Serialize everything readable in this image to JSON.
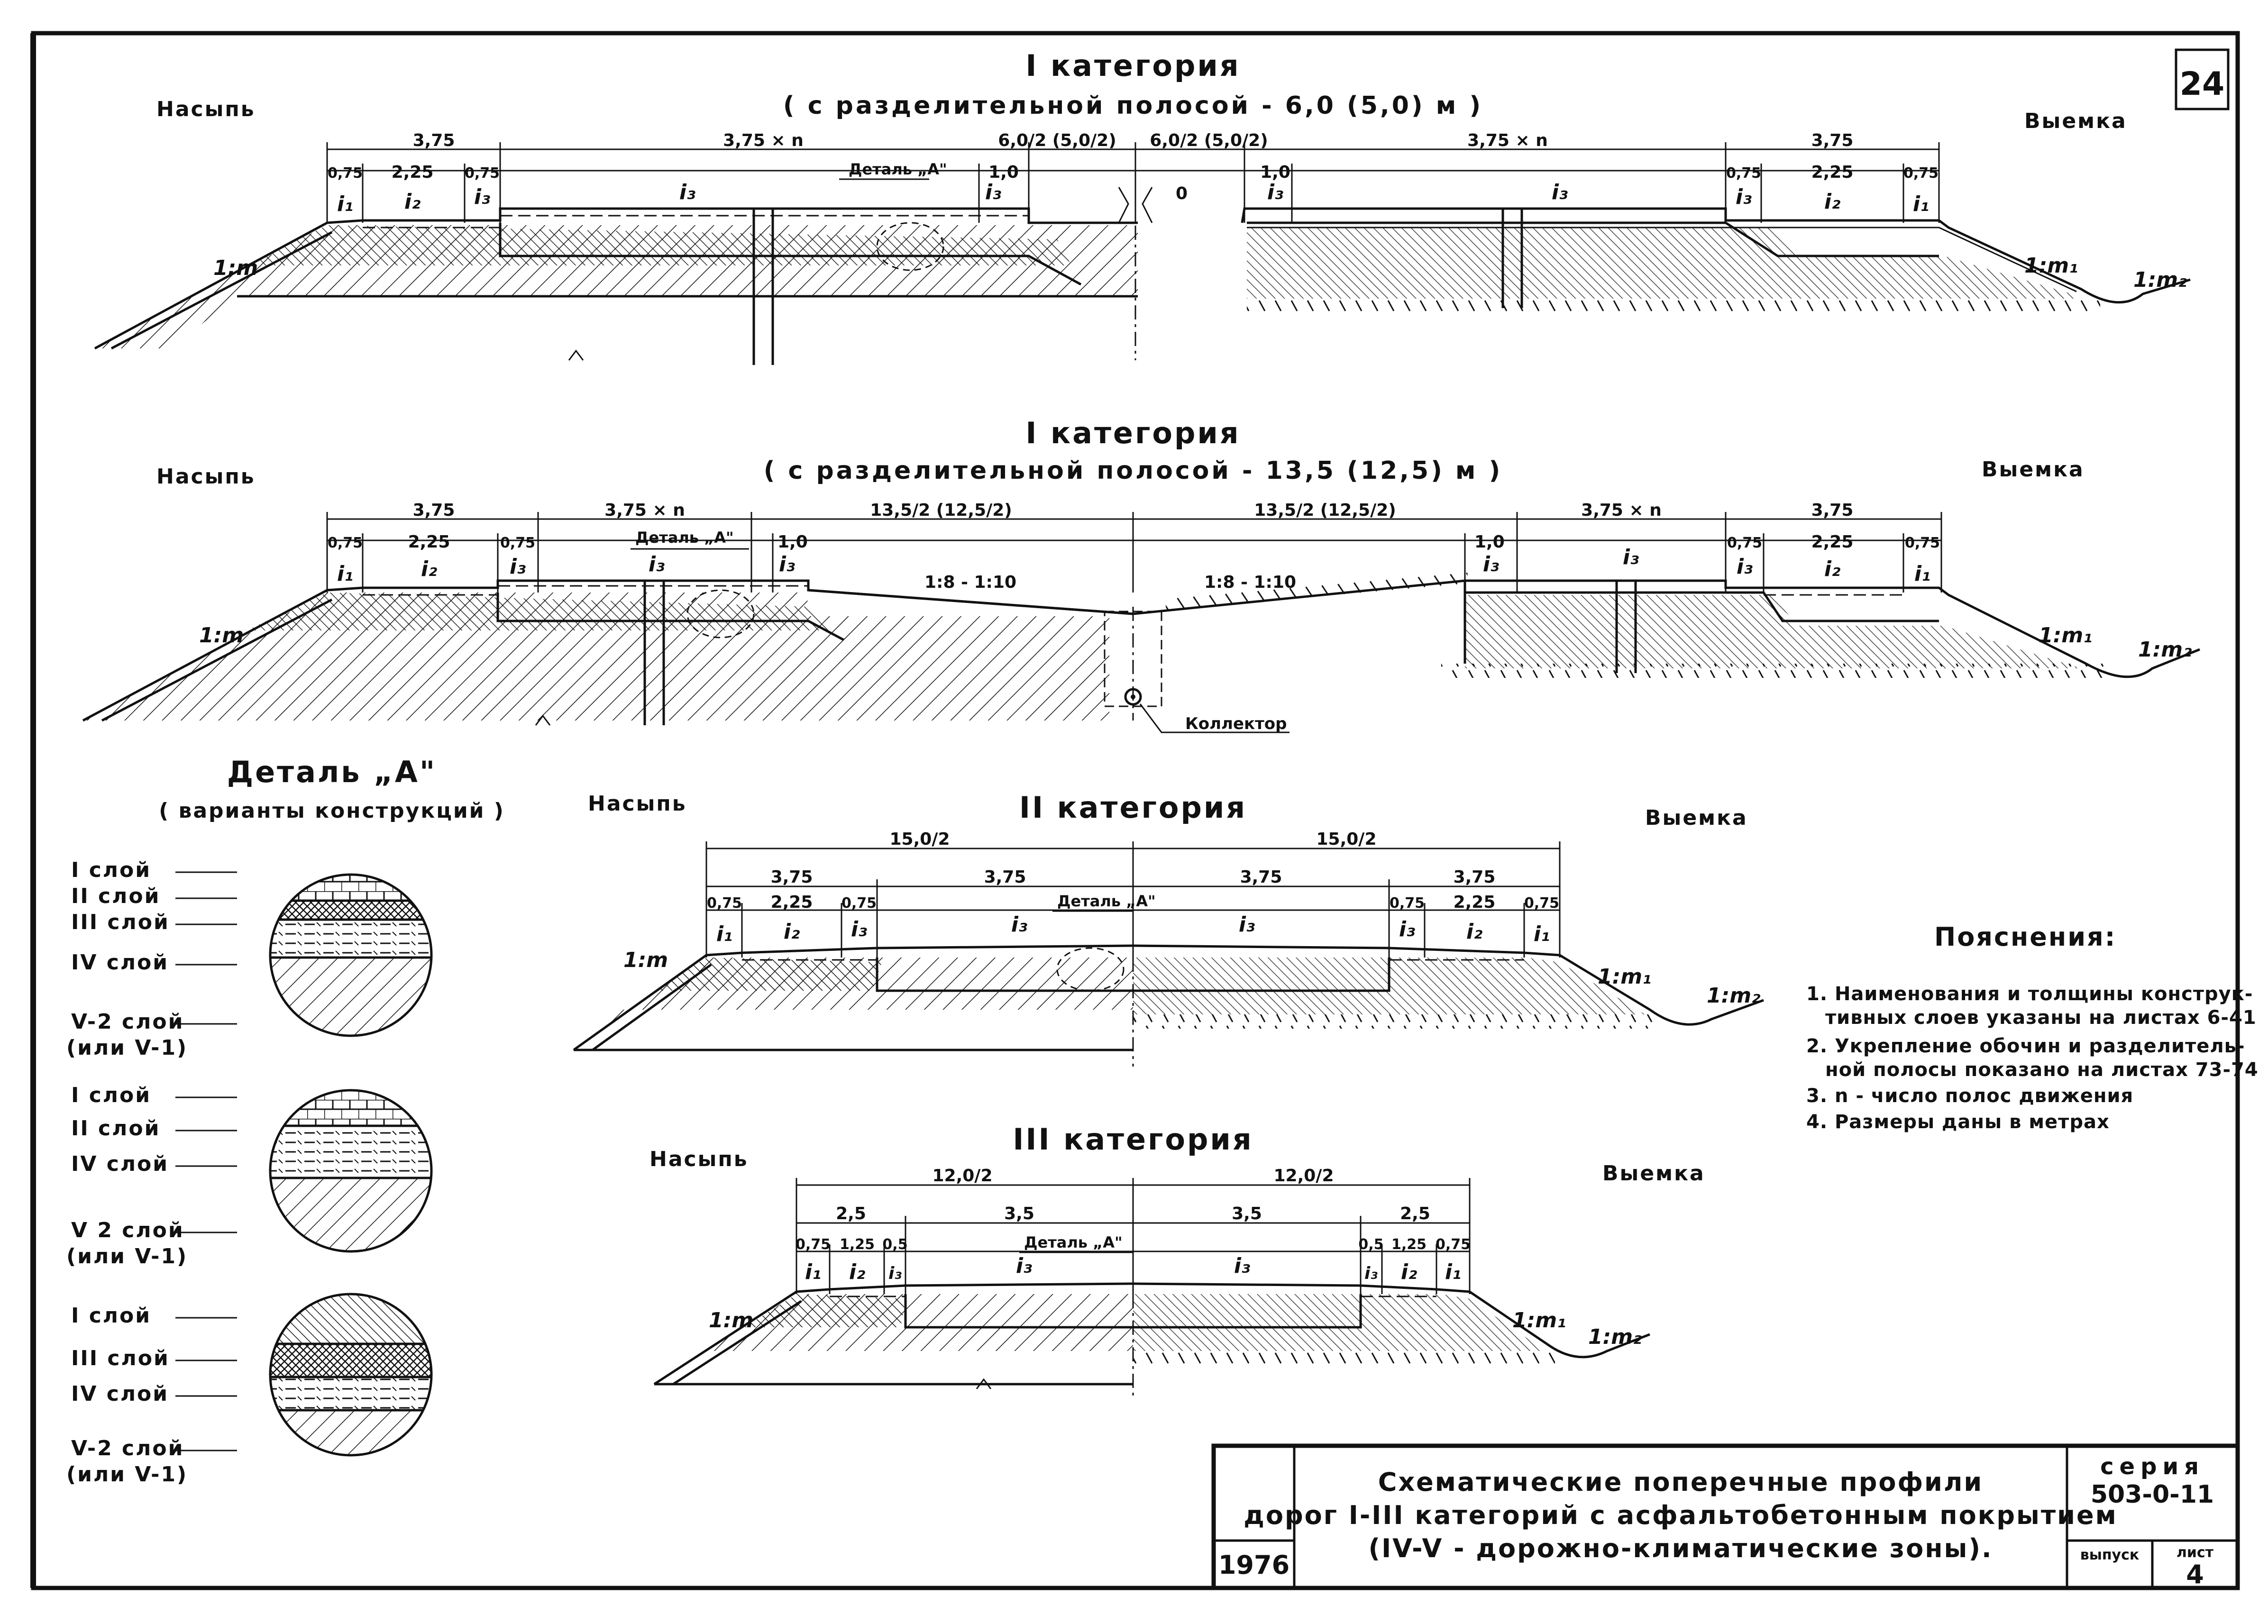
{
  "sheet_number": "24",
  "profiles": [
    {
      "id": "p1",
      "title": "I категория",
      "subtitle": "( с разделительной полосой - 6,0 (5,0) м )",
      "left_label": "Насыпь",
      "right_label": "Выемка",
      "top_dims": [
        "3,75",
        "3,75 × n",
        "6,0/2 (5,0/2)",
        "6,0/2 (5,0/2)",
        "3,75 × n",
        "3,75"
      ],
      "sub_dims": [
        "0,75",
        "2,25",
        "0,75",
        "1,0",
        "1,0",
        "0,75",
        "2,25",
        "0,75"
      ],
      "slopes": [
        "i₁",
        "i₂",
        "i₃",
        "i₃",
        "i₃",
        "i₃",
        "i₃",
        "i₃",
        "i₂",
        "i₁"
      ],
      "detail_label": "Деталь „А\"",
      "zero_mark": "0",
      "side_slopes": [
        "1:m",
        "1:m₁",
        "1:m₂"
      ]
    },
    {
      "id": "p2",
      "title": "I категория",
      "subtitle": "( с разделительной полосой - 13,5 (12,5) м )",
      "left_label": "Насыпь",
      "right_label": "Выемка",
      "top_dims": [
        "3,75",
        "3,75 × n",
        "13,5/2 (12,5/2)",
        "13,5/2 (12,5/2)",
        "3,75 × n",
        "3,75"
      ],
      "sub_dims": [
        "0,75",
        "2,25",
        "0,75",
        "1,0",
        "1,0",
        "0,75",
        "2,25",
        "0,75"
      ],
      "slopes": [
        "i₁",
        "i₂",
        "i₃",
        "i₃",
        "i₃",
        "i₃",
        "i₃",
        "i₃",
        "i₂",
        "i₁"
      ],
      "detail_label": "Деталь „А\"",
      "median_slope": "1:8 - 1:10",
      "collector_label": "Коллектор",
      "side_slopes": [
        "1:m",
        "1:m₁",
        "1:m₂"
      ]
    },
    {
      "id": "p3",
      "title": "II категория",
      "left_label": "Насыпь",
      "right_label": "Выемка",
      "top_dims": [
        "15,0/2",
        "15,0/2"
      ],
      "mid_dims": [
        "3,75",
        "3,75",
        "3,75",
        "3,75"
      ],
      "sub_dims": [
        "0,75",
        "2,25",
        "0,75",
        "0,75",
        "2,25",
        "0,75"
      ],
      "slopes": [
        "i₁",
        "i₂",
        "i₃",
        "i₃",
        "i₃",
        "i₃",
        "i₂",
        "i₁"
      ],
      "detail_label": "Деталь „А\"",
      "side_slopes": [
        "1:m",
        "1:m₁",
        "1:m₂"
      ]
    },
    {
      "id": "p4",
      "title": "III категория",
      "left_label": "Насыпь",
      "right_label": "Выемка",
      "top_dims": [
        "12,0/2",
        "12,0/2"
      ],
      "mid_dims": [
        "2,5",
        "3,5",
        "3,5",
        "2,5"
      ],
      "sub_dims": [
        "0,75",
        "1,25",
        "0,5",
        "0,5",
        "1,25",
        "0,75"
      ],
      "slopes": [
        "i₁",
        "i₂",
        "i₃",
        "i₃",
        "i₃",
        "i₃",
        "i₂",
        "i₁"
      ],
      "detail_label": "Деталь „А\"",
      "side_slopes": [
        "1:m",
        "1:m₁",
        "1:m₂"
      ]
    }
  ],
  "detail": {
    "title": "Деталь „А\"",
    "subtitle": "( варианты конструкций )",
    "variants": [
      {
        "layers": [
          "I слой",
          "II слой",
          "III слой",
          "IV слой",
          "V-2 слой",
          "(или V-1)"
        ]
      },
      {
        "layers": [
          "I слой",
          "II слой",
          "IV слой",
          "V 2 слой",
          "(или V-1)"
        ]
      },
      {
        "layers": [
          "I слой",
          "III слой",
          "IV слой",
          "V-2 слой",
          "(или V-1)"
        ]
      }
    ]
  },
  "notes": {
    "title": "Пояснения:",
    "lines": [
      "1. Наименования и толщины конструк-",
      "тивных слоев указаны на листах 6-41",
      "2. Укрепление обочин и разделитель-",
      "ной полосы показано на листах 73-74",
      "3. n - число полос движения",
      "4. Размеры даны в метрах"
    ]
  },
  "title_block": {
    "title_lines": [
      "Схематические поперечные профили",
      "дорог I-III категорий с асфальтобетонным покрытием",
      "(IV-V - дорожно-климатические зоны)."
    ],
    "year": "1976",
    "series_label": "серия",
    "series_value": "503-0-11",
    "issue_label": "выпуск",
    "sheet_label": "лист",
    "sheet_value": "4"
  }
}
